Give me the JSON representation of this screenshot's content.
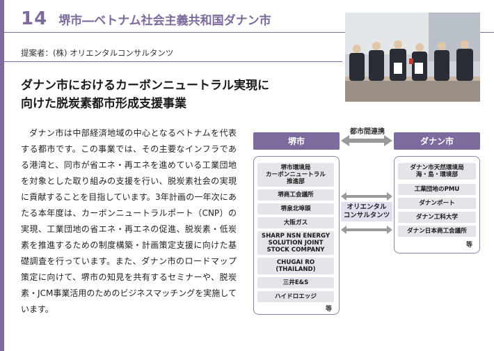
{
  "header": {
    "page_number": "14",
    "title": "堺市―ベトナム社会主義共和国ダナン市"
  },
  "proposer": "提案者：(株) オリエンタルコンサルタンツ",
  "project_title_line1": "ダナン市におけるカーボンニュートラル実現に",
  "project_title_line2": "向けた脱炭素都市形成支援事業",
  "body": "ダナン市は中部経済地域の中心となるベトナムを代表する都市です。この事業では、その主要なインフラである港湾と、同市が省エネ・再エネを進めている工業団地を対象とした取り組みの支援を行い、脱炭素社会の実現に貢献することを目指しています。3年計画の一年次にあたる本年度は、カーボンニュートラルポート（CNP）の実現、工業団地の省エネ・再エネの促進、脱炭素・低炭素を推進するための制度構築・計画策定支援に向けた基礎調査を行っています。また、ダナン市のロードマップ策定に向けて、堺市の知見を共有するセミナーや、脱炭素・JCM事業活用のためのビジネスマッチングを実施しています。",
  "diagram": {
    "left_header": "堺市",
    "right_header": "ダナン市",
    "link_label": "都市間連携",
    "center_label_1": "オリエンタル",
    "center_label_2": "コンサルタンツ",
    "left_items": [
      "堺市環境局\nカーボンニュートラル\n推進部",
      "堺商工会議所",
      "堺泉北埠頭",
      "大阪ガス",
      "SHARP NSN ENERGY\nSOLUTION JOINT\nSTOCK COMPANY",
      "CHUGAI RO\n(THAILAND)",
      "三井E&S",
      "ハイドロエッジ"
    ],
    "left_etc": "等",
    "right_items": [
      "ダナン市天然環境局\n海・島・環境部",
      "工業団地のPMU",
      "ダナンポート",
      "ダナン工科大学",
      "ダナン日本商工会議所"
    ],
    "right_etc": "等"
  },
  "colors": {
    "accent": "#7d6b9e",
    "item_bg": "#e6e3ea",
    "center_bg": "#e3dff0",
    "arrow": "#9a9a9a"
  }
}
